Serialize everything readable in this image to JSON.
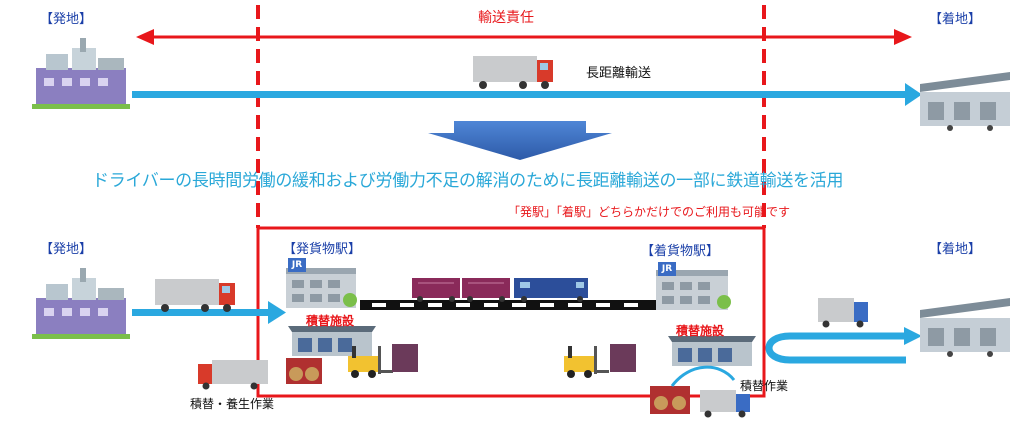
{
  "top": {
    "origin_label": "【発地】",
    "destination_label": "【着地】",
    "responsibility_label": "輸送責任",
    "long_distance_label": "長距離輸送"
  },
  "headline": "ドライバーの長時間労働の緩和および労働力不足の解消のために長距離輸送の一部に鉄道輸送を活用",
  "note": "「発駅」「着駅」どちらかだけでのご利用も可能です",
  "bottom": {
    "origin_label": "【発地】",
    "destination_label": "【着地】",
    "origin_station_label": "【発貨物駅】",
    "dest_station_label": "【着貨物駅】",
    "transfer_facility_left": "積替施設",
    "transfer_facility_right": "積替施設",
    "transfer_packing_work": "積替・養生作業",
    "transfer_work": "積替作業",
    "jr_logo_text": "JR"
  },
  "colors": {
    "red": "#e8171b",
    "blue_arrow": "#2aa8e0",
    "dark_blue": "#1a3fa8",
    "down_arrow": "#3a6cc4"
  }
}
